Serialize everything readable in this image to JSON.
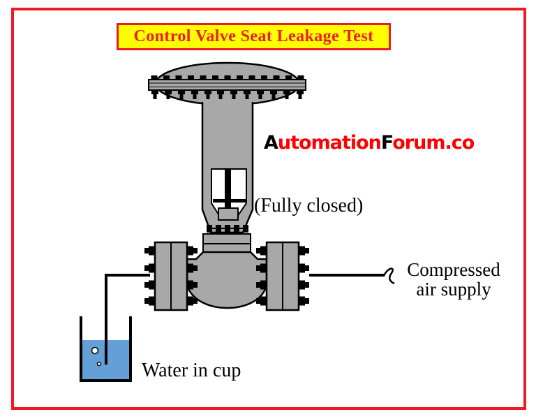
{
  "page": {
    "background": "#FFFFFF",
    "border_color": "#ED1C24"
  },
  "banner": {
    "label": "Control Valve Seat Leakage Test",
    "background": "#FFFF00",
    "border_color": "#ED1C24",
    "text_color": "#ED1C24"
  },
  "watermark": {
    "part1": "A",
    "part2": "utomation",
    "part3": "F",
    "part4": "orum.co",
    "color_black": "#000000",
    "color_red": "#FF0000"
  },
  "labels": {
    "valve_state": "(Fully closed)",
    "air_supply_line1": "Compressed",
    "air_supply_line2": "air supply",
    "water_cup": "Water in cup"
  },
  "diagram": {
    "metal_color": "#A8A8A8",
    "outline_color": "#000000",
    "water_color": "#64A0D6",
    "parts": [
      "pneumatic-diaphragm-actuator",
      "actuator-flange-bolts",
      "yoke",
      "valve-stem",
      "stem-travel-indicator",
      "packing-studs",
      "bonnet",
      "globe-valve-body",
      "inlet-flange",
      "outlet-flange",
      "water-tube",
      "air-supply-pipe",
      "water-cup",
      "air-bubbles"
    ]
  }
}
